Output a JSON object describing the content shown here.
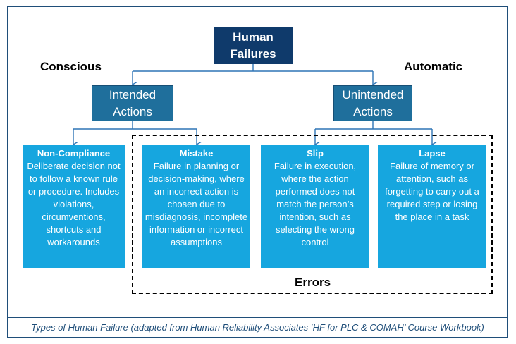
{
  "diagram": {
    "root": "Human\nFailures",
    "conscious_label": "Conscious",
    "automatic_label": "Automatic",
    "intended": "Intended\nActions",
    "unintended": "Unintended\nActions",
    "leaves": [
      {
        "title": "Non-Compliance",
        "text": "Deliberate decision not to follow a known rule or procedure. Includes violations, circumventions, shortcuts and workarounds"
      },
      {
        "title": "Mistake",
        "text": "Failure in planning or decision-making, where an incorrect action is chosen due to misdiagnosis, incomplete information or incorrect assumptions"
      },
      {
        "title": "Slip",
        "text": "Failure in execution, where the action performed does not match the person’s intention, such as selecting the wrong control"
      },
      {
        "title": "Lapse",
        "text": "Failure of memory or attention, such as forgetting to carry out a required step or losing the place in a task"
      }
    ],
    "errors_label": "Errors",
    "caption": "Types of Human Failure (adapted from Human Reliability Associates ‘HF for PLC & COMAH’ Course Workbook)"
  },
  "colors": {
    "root_fill": "#0f3a6b",
    "mid_fill": "#1f6f9c",
    "leaf_fill": "#16a6df",
    "frame": "#1f4e79",
    "connector": "#2e75b6"
  }
}
